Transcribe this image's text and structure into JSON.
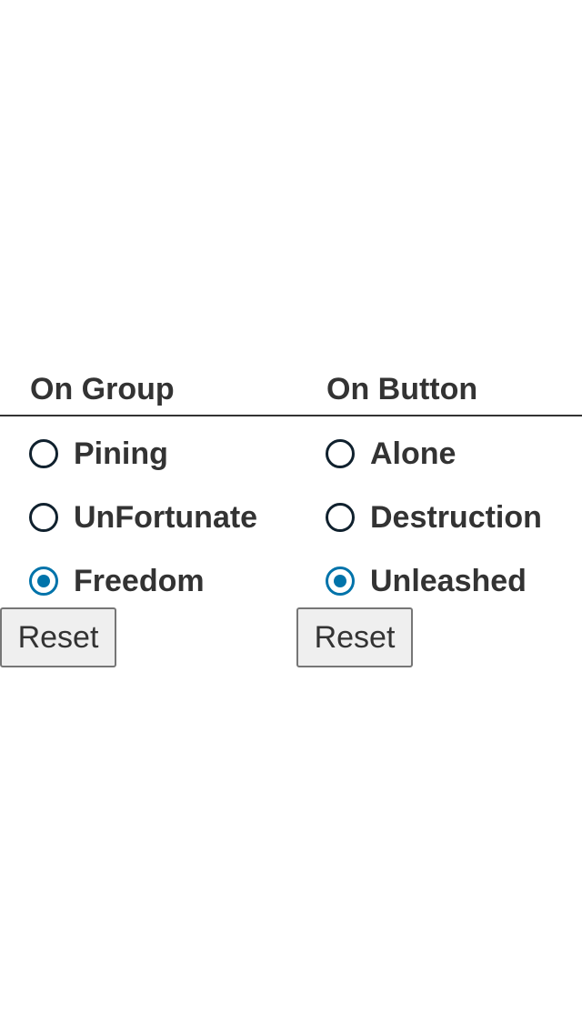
{
  "groups": [
    {
      "title": "On Group",
      "options": [
        {
          "label": "Pining",
          "checked": false
        },
        {
          "label": "UnFortunate",
          "checked": false
        },
        {
          "label": "Freedom",
          "checked": true
        }
      ],
      "reset_label": "Reset"
    },
    {
      "title": "On Button",
      "options": [
        {
          "label": "Alone",
          "checked": false
        },
        {
          "label": "Destruction",
          "checked": false
        },
        {
          "label": "Unleashed",
          "checked": true
        }
      ],
      "reset_label": "Reset"
    }
  ],
  "colors": {
    "accent": "#0073aa",
    "text": "#333333",
    "radio_border": "#10212e",
    "button_bg": "#efefef"
  }
}
